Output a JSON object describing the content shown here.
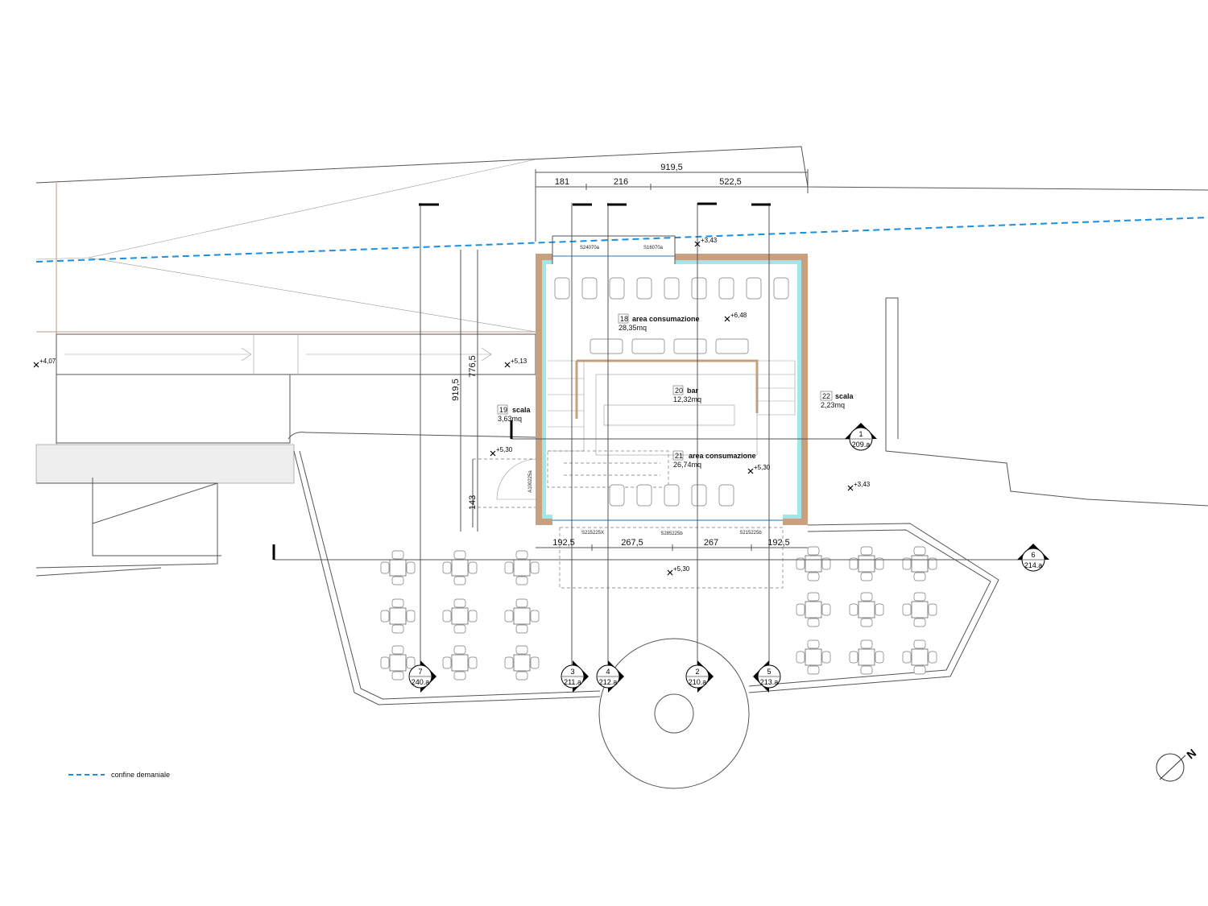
{
  "dimensions": {
    "top_total": "919,5",
    "top": [
      "181",
      "216",
      "522,5"
    ],
    "bottom": [
      "192,5",
      "267,5",
      "267",
      "192,5"
    ],
    "vertical": [
      "919,5",
      "776,5",
      "143"
    ]
  },
  "rooms": [
    {
      "num": "18",
      "name": "area consumazione",
      "area": "28,35mq"
    },
    {
      "num": "20",
      "name": "bar",
      "area": "12,32mq"
    },
    {
      "num": "19",
      "name": "scala",
      "area": "3,63mq"
    },
    {
      "num": "22",
      "name": "scala",
      "area": "2,23mq"
    },
    {
      "num": "21",
      "name": "area consumazione",
      "area": "26,74mq"
    }
  ],
  "elevations": [
    "+3,43",
    "+6,48",
    "+4,07",
    "+5,13",
    "+5,30",
    "+5,30",
    "+5,30",
    "+3,43"
  ],
  "openings": [
    "S24070a",
    "S16070a",
    "S215225X",
    "S285225b",
    "S215225b",
    "A100225a"
  ],
  "sections": [
    {
      "num": "1",
      "sheet": "209.a"
    },
    {
      "num": "2",
      "sheet": "210.a"
    },
    {
      "num": "3",
      "sheet": "211.a"
    },
    {
      "num": "4",
      "sheet": "212.a"
    },
    {
      "num": "5",
      "sheet": "213.a"
    },
    {
      "num": "6",
      "sheet": "214.a"
    },
    {
      "num": "7",
      "sheet": "240.a"
    }
  ],
  "legend": {
    "label": "confine demaniale",
    "color": "#1a8fe0"
  },
  "north": "N",
  "colors": {
    "wall": "#c9a07e",
    "insulation": "#9ee8ea",
    "boundary": "#1a8fe0"
  }
}
